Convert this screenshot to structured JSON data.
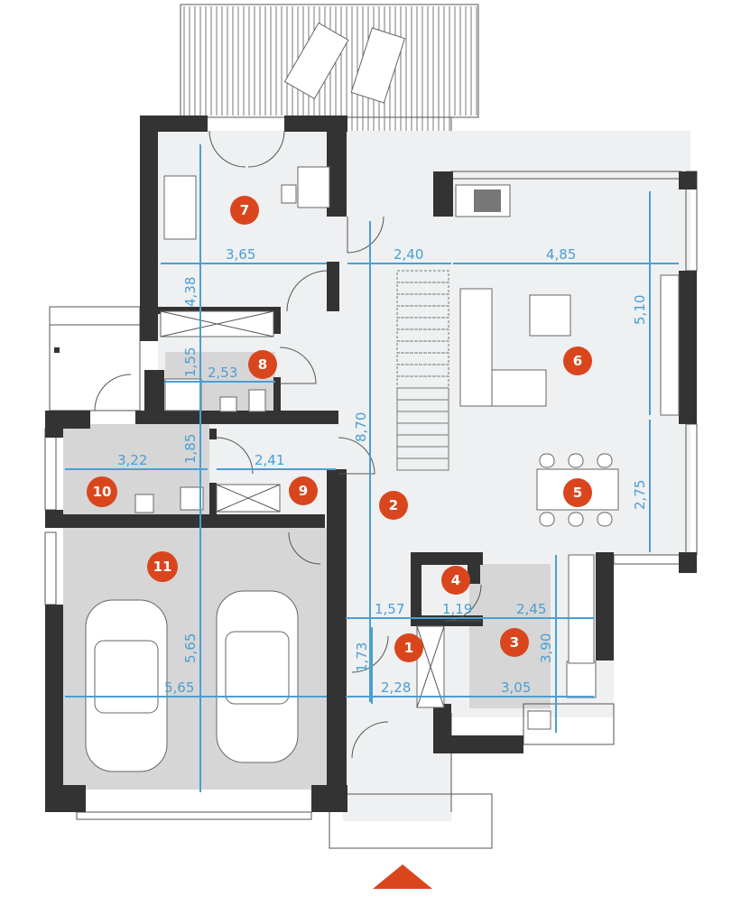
{
  "plan": {
    "colors": {
      "wall": "#333333",
      "dimension": "#4a9fd4",
      "badge": "#d9461e",
      "floor": "#eef0f1",
      "utility_floor": "#d6d6d6"
    },
    "rooms": [
      {
        "number": "1"
      },
      {
        "number": "2"
      },
      {
        "number": "3"
      },
      {
        "number": "4"
      },
      {
        "number": "5"
      },
      {
        "number": "6"
      },
      {
        "number": "7"
      },
      {
        "number": "8"
      },
      {
        "number": "9"
      },
      {
        "number": "10"
      },
      {
        "number": "11"
      }
    ],
    "dimensions": {
      "d365": "3,65",
      "d240": "2,40",
      "d485": "4,85",
      "d510": "5,10",
      "d438": "4,38",
      "d155": "1,55",
      "d253": "2,53",
      "d870": "8,70",
      "d185": "1,85",
      "d322": "3,22",
      "d241": "2,41",
      "d275": "2,75",
      "d157": "1,57",
      "d119": "1,19",
      "d245": "2,45",
      "d390": "3,90",
      "d173": "1,73",
      "d228": "2,28",
      "d305": "3,05",
      "d565h": "5,65",
      "d565v": "5,65"
    },
    "entrance_marker": "entrance-arrow-icon"
  }
}
